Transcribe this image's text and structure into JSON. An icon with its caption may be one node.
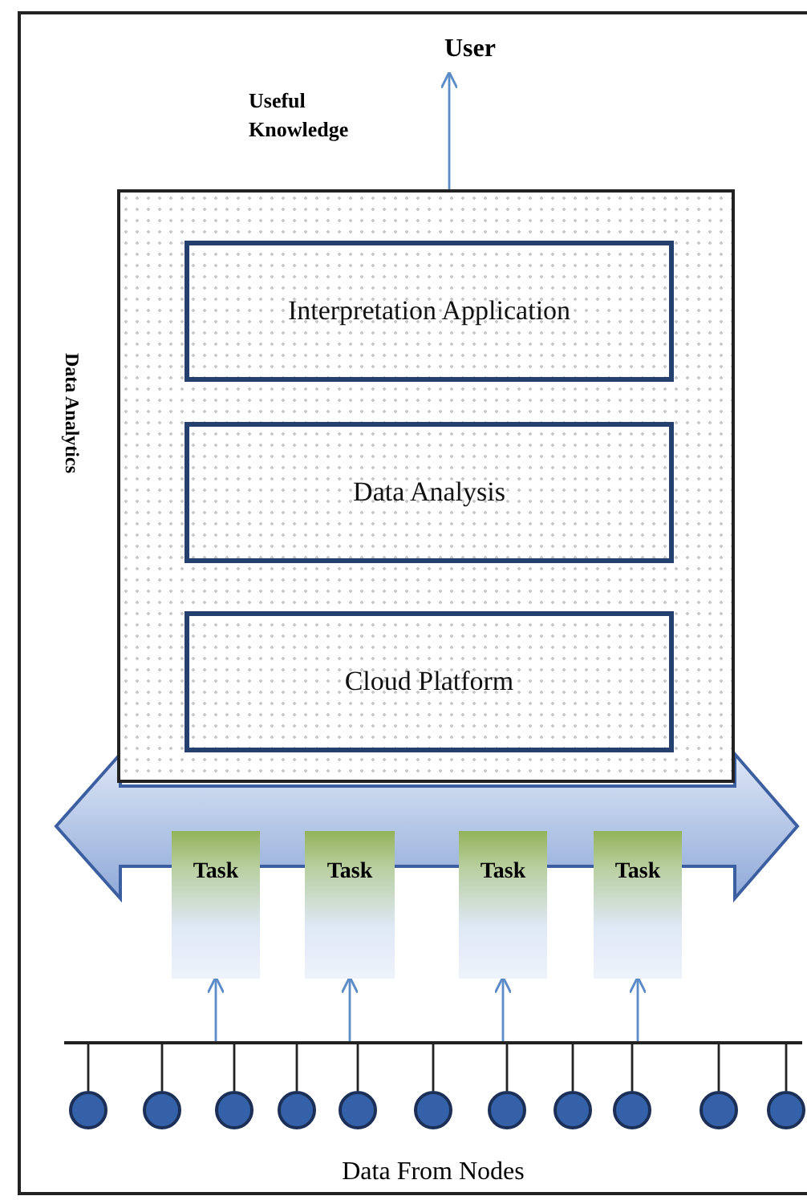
{
  "diagram": {
    "nodes": [
      {
        "text": [
          "Data Analytics"
        ]
      },
      {
        "text": [
          "Interpretation Application"
        ],
        "in": 0
      },
      {
        "text": [
          "Data Analysis"
        ],
        "in": 0
      },
      {
        "text": [
          "Cloud Platform"
        ],
        "in": 0
      },
      {
        "text": [
          "User"
        ]
      },
      {
        "text": [
          "Task"
        ]
      },
      {
        "text": [
          "Task"
        ]
      },
      {
        "text": [
          "Task"
        ]
      },
      {
        "text": [
          "Task"
        ]
      },
      {
        "text": [],
        "shape": "bar"
      },
      {
        "text": [],
        "shape": "circle"
      },
      {
        "text": [],
        "shape": "circle"
      },
      {
        "text": [],
        "shape": "circle"
      },
      {
        "text": [],
        "shape": "circle"
      },
      {
        "text": [],
        "shape": "circle"
      },
      {
        "text": [],
        "shape": "circle"
      },
      {
        "text": [],
        "shape": "circle"
      },
      {
        "text": [],
        "shape": "circle"
      },
      {
        "text": [],
        "shape": "circle"
      },
      {
        "text": [],
        "shape": "circle"
      },
      {
        "text": [],
        "shape": "circle"
      }
    ],
    "edges": [
      {
        "from": 0,
        "to": 4,
        "arrow": "to",
        "label": "Useful Knowledge",
        "color": "#5b8cc8"
      },
      {
        "from": 9,
        "to": 5,
        "arrow": "to",
        "color": "#5b8cc8"
      },
      {
        "from": 9,
        "to": 6,
        "arrow": "to",
        "color": "#5b8cc8"
      },
      {
        "from": 9,
        "to": 7,
        "arrow": "to",
        "color": "#5b8cc8"
      },
      {
        "from": 9,
        "to": 8,
        "arrow": "to",
        "color": "#5b8cc8"
      },
      {
        "from": 10,
        "to": 9,
        "arrow": "none"
      },
      {
        "from": 11,
        "to": 9,
        "arrow": "none"
      },
      {
        "from": 12,
        "to": 9,
        "arrow": "none"
      },
      {
        "from": 13,
        "to": 9,
        "arrow": "none"
      },
      {
        "from": 14,
        "to": 9,
        "arrow": "none"
      },
      {
        "from": 15,
        "to": 9,
        "arrow": "none"
      },
      {
        "from": 16,
        "to": 9,
        "arrow": "none"
      },
      {
        "from": 17,
        "to": 9,
        "arrow": "none"
      },
      {
        "from": 18,
        "to": 9,
        "arrow": "none"
      },
      {
        "from": 19,
        "to": 9,
        "arrow": "none"
      },
      {
        "from": 20,
        "to": 9,
        "arrow": "none"
      }
    ],
    "labels": [
      "Data From Nodes"
    ]
  }
}
